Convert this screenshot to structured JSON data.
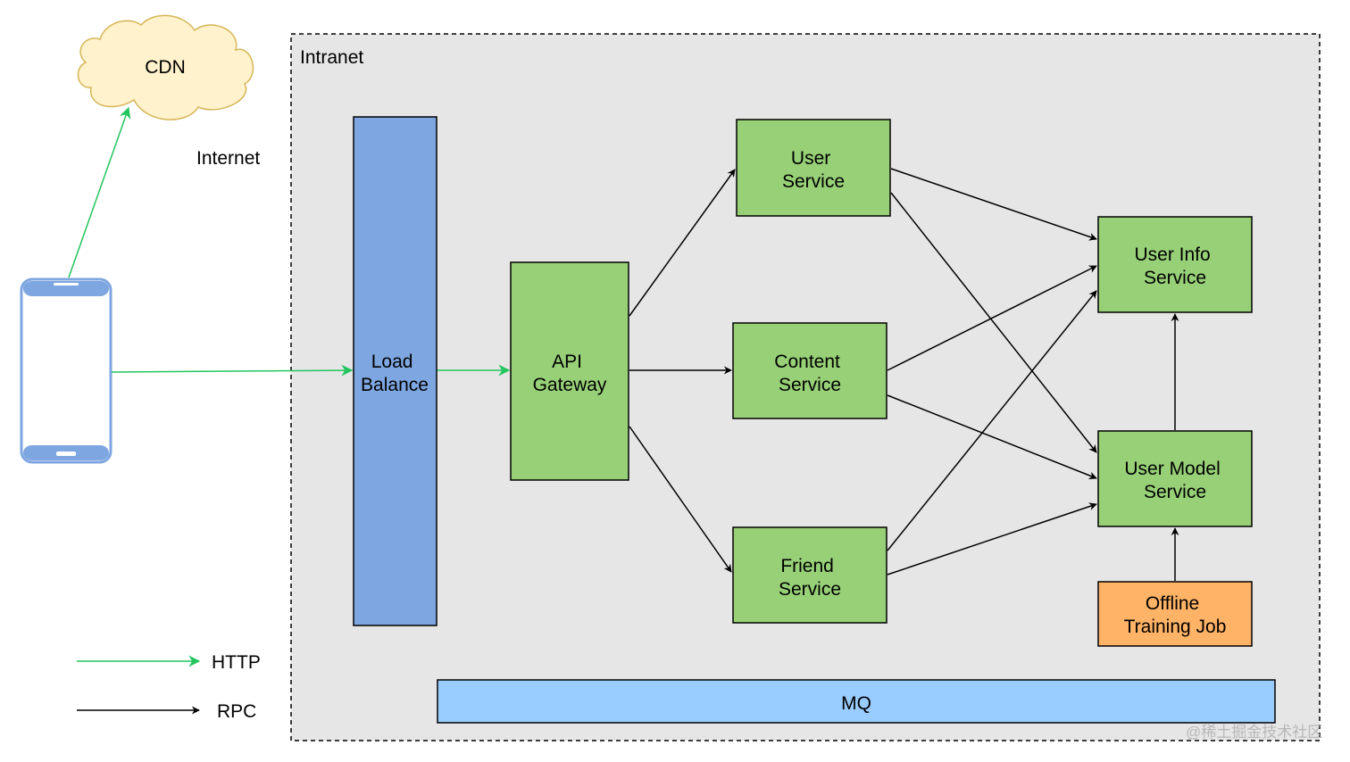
{
  "labels": {
    "cdn": "CDN",
    "internet": "Internet",
    "intranet": "Intranet",
    "load_balance": [
      "Load",
      "Balance"
    ],
    "api_gateway": [
      "API",
      "Gateway"
    ],
    "user_service": [
      "User",
      "Service"
    ],
    "content_service": [
      "Content",
      "Service"
    ],
    "friend_service": [
      "Friend",
      "Service"
    ],
    "user_info_service": [
      "User Info",
      "Service"
    ],
    "user_model_service": [
      "User Model",
      "Service"
    ],
    "offline_training_job": [
      "Offline",
      "Training Job"
    ],
    "mq": "MQ"
  },
  "legend": {
    "http": "HTTP",
    "rpc": "RPC"
  },
  "watermark": "@稀土掘金技术社区",
  "colors": {
    "http_line": "#22c55e",
    "rpc_line": "#000000",
    "service_fill": "#97d077",
    "load_balance_fill": "#7ea6e0",
    "mq_fill": "#99ccff",
    "offline_fill": "#ffb366",
    "cdn_fill": "#fff2cc",
    "cdn_stroke": "#d6b656",
    "intranet_bg": "#e6e6e6",
    "phone_stroke": "#7ea6e0"
  }
}
